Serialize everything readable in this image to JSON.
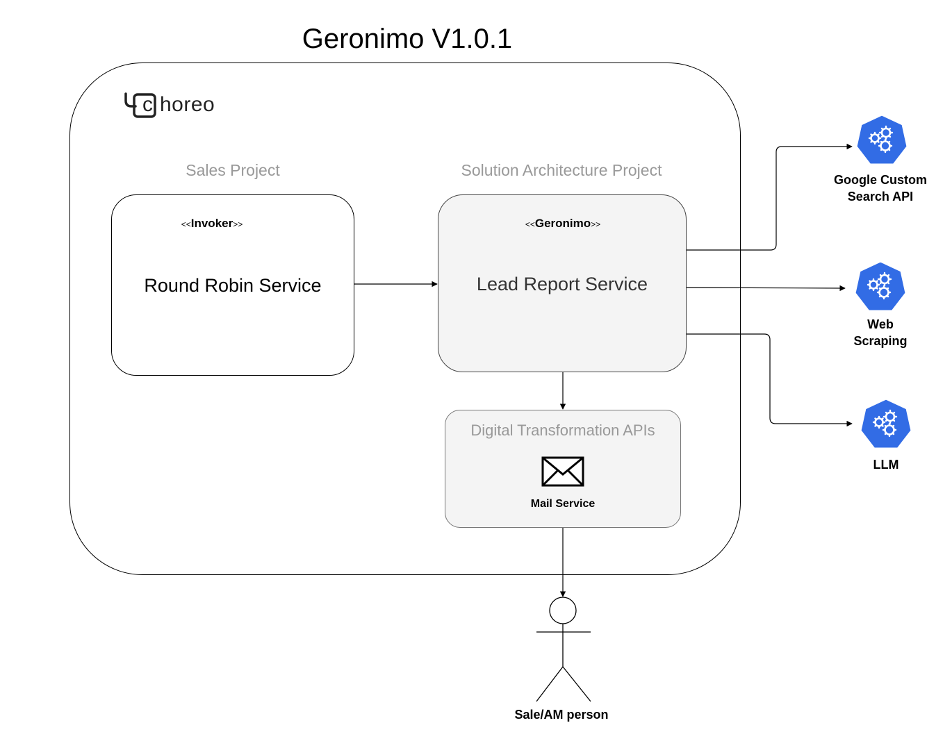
{
  "title": "Geronimo V1.0.1",
  "platform": {
    "logo_text": "horeo",
    "logo_letter": "c"
  },
  "projects": {
    "sales": "Sales Project",
    "solution_architecture": "Solution Architecture Project"
  },
  "services": {
    "round_robin": {
      "stereotype_open": "<<",
      "stereotype": "Invoker",
      "stereotype_close": ">>",
      "name": "Round Robin Service"
    },
    "lead_report": {
      "stereotype_open": "<<",
      "stereotype": "Geronimo",
      "stereotype_close": ">>",
      "name": "Lead Report Service"
    }
  },
  "digital_transformation": {
    "label": "Digital Transformation APIs",
    "mail_service": "Mail Service",
    "mail_icon": "envelope-icon"
  },
  "external_apis": [
    {
      "line1": "Google Custom",
      "line2": "Search API",
      "icon": "kubernetes-service-icon"
    },
    {
      "line1": "Web",
      "line2": "Scraping",
      "icon": "kubernetes-service-icon"
    },
    {
      "line1": "LLM",
      "line2": "",
      "icon": "kubernetes-service-icon"
    }
  ],
  "actor": {
    "label": "Sale/AM person",
    "icon": "stick-figure-icon"
  },
  "colors": {
    "external_api_blue": "#326ce5",
    "lead_report_fill": "#f4f4f4",
    "project_label_gray": "#999999"
  }
}
